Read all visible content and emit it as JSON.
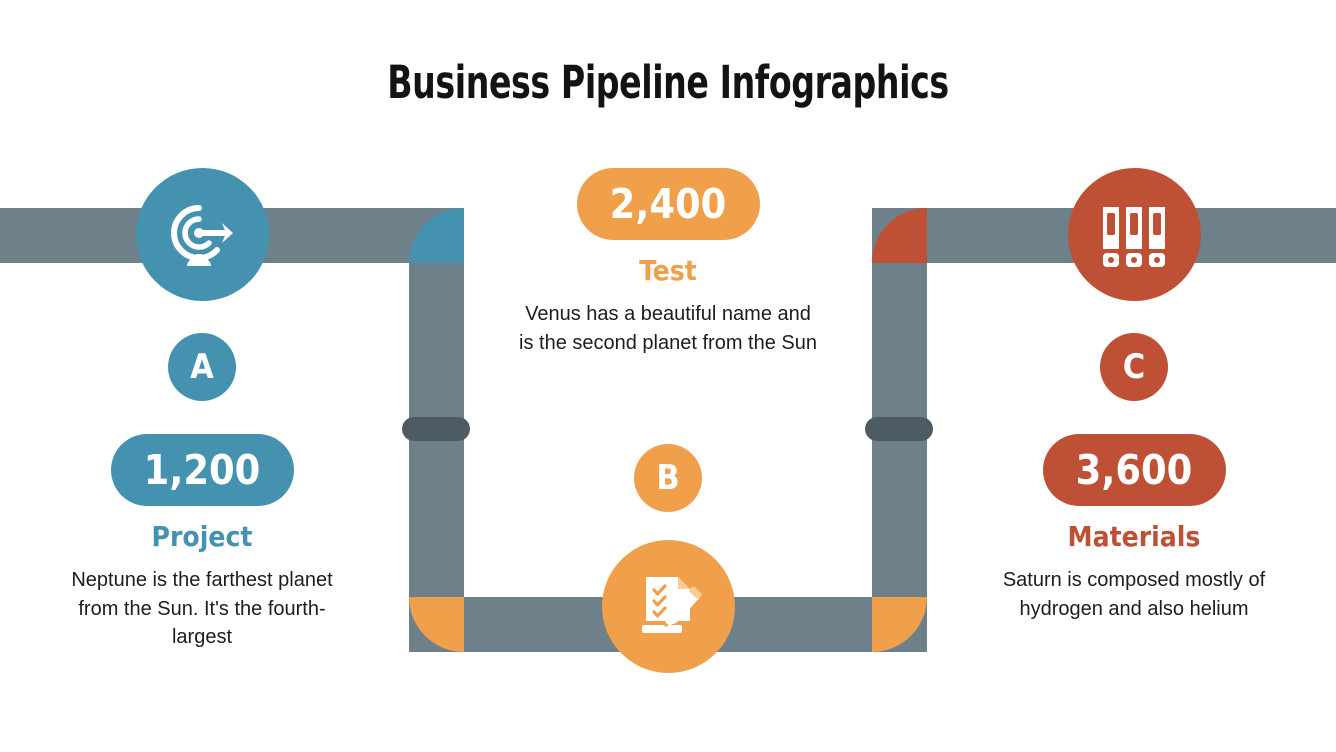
{
  "slide": {
    "title": "Business Pipeline Infographics",
    "background": "#ffffff"
  },
  "colors": {
    "teal": "#4592B0",
    "orange": "#F0A04B",
    "rust": "#BE5035",
    "pipe_grey": "#6E8089",
    "collar_grey": "#4D5C63",
    "title_black": "#131313",
    "body_text": "#1d1d1d"
  },
  "columns": [
    {
      "id": "project",
      "icon": "target-arrow-icon",
      "letter": "A",
      "value": "1,200",
      "heading": "Project",
      "body": "Neptune is the farthest planet from the Sun. It's the fourth-largest",
      "color": "#4592B0"
    },
    {
      "id": "test",
      "icon": "checklist-pencil-icon",
      "letter": "B",
      "value": "2,400",
      "heading": "Test",
      "body": "Venus has a beautiful name and is the second planet from the Sun",
      "color": "#F0A04B"
    },
    {
      "id": "materials",
      "icon": "binders-icon",
      "letter": "C",
      "value": "3,600",
      "heading": "Materials",
      "body": "Saturn is composed mostly of hydrogen and also helium",
      "color": "#BE5035"
    }
  ],
  "pipeline": {
    "elbow_accents": [
      {
        "position": "top-left",
        "color": "#4592B0"
      },
      {
        "position": "top-right",
        "color": "#BE5035"
      },
      {
        "position": "bottom-left",
        "color": "#F0A04B"
      },
      {
        "position": "bottom-right",
        "color": "#F0A04B"
      }
    ],
    "collars": 2
  }
}
